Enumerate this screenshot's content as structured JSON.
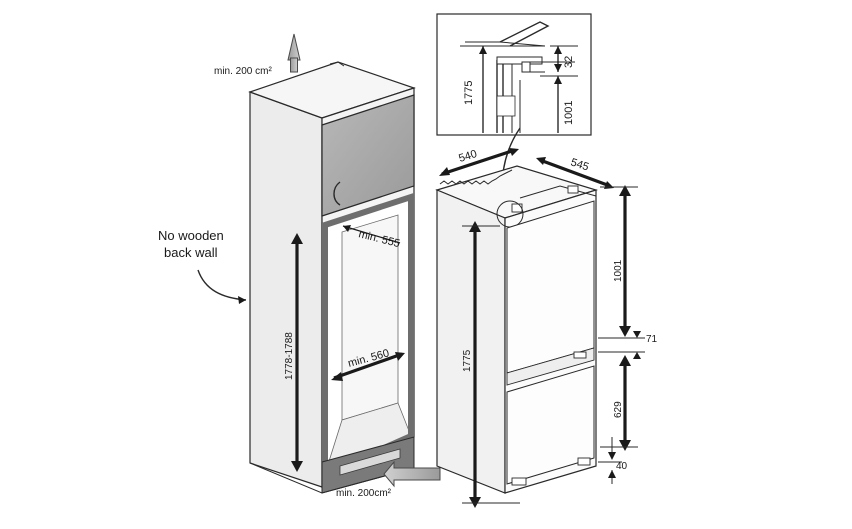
{
  "labels": {
    "vent_top": "min. 200 cm²",
    "vent_bottom": "min. 200cm²",
    "no_wooden_line1": "No wooden",
    "no_wooden_line2": "back wall",
    "niche_depth": "min. 555",
    "niche_width": "min. 560",
    "niche_height": "1778-1788",
    "detail_height": "1775",
    "detail_door": "1001",
    "detail_gap": "32",
    "appliance_width": "540",
    "appliance_depth": "545",
    "appliance_height": "1775",
    "upper_door": "1001",
    "middle_gap": "71",
    "lower_door": "629",
    "bottom_gap": "40"
  },
  "colors": {
    "upper_cabinet_door": "#a8a8a8",
    "niche_frame": "#6e6e6e",
    "vent_arrow": "#8a8a8a"
  }
}
